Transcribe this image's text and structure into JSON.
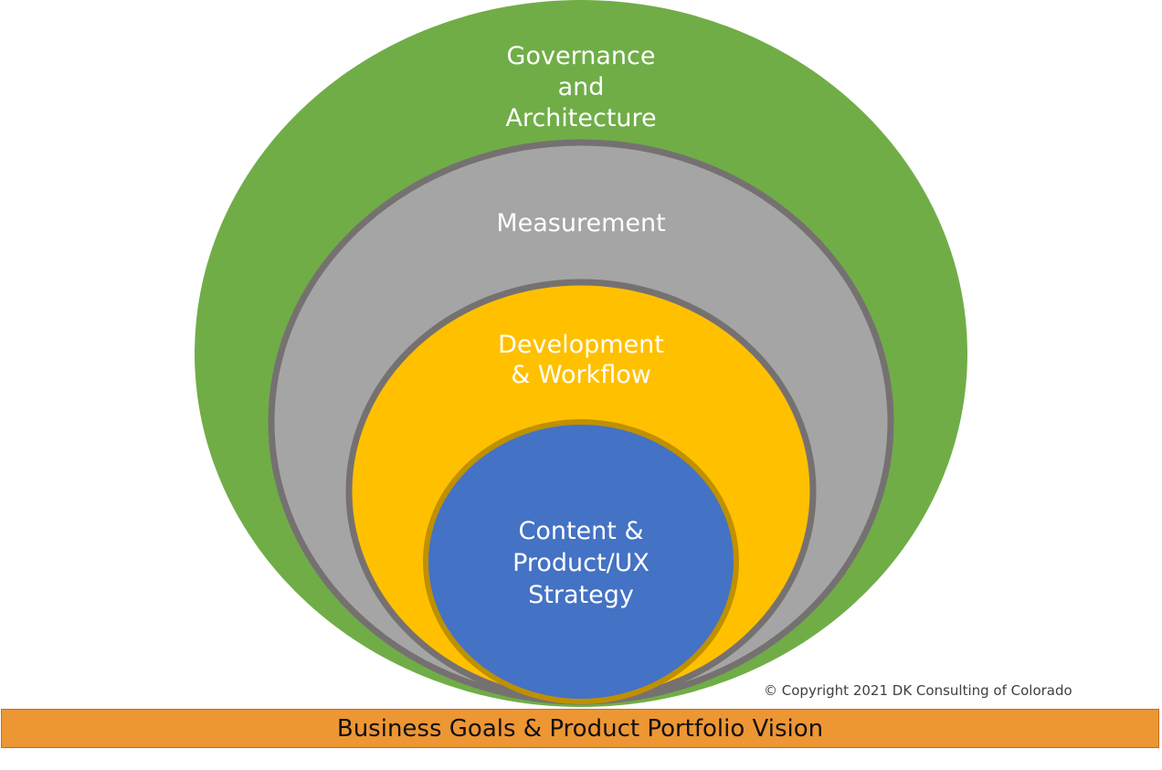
{
  "layers": {
    "outer": {
      "lines": [
        "Governance",
        "and",
        "Architecture"
      ],
      "color": "#70ad47"
    },
    "second": {
      "lines": [
        "Measurement"
      ],
      "color": "#a5a5a5"
    },
    "third": {
      "lines": [
        "Development",
        "& Workflow"
      ],
      "color": "#ffc000"
    },
    "core": {
      "lines": [
        "Content &",
        "Product/UX",
        "Strategy"
      ],
      "color": "#4472c4"
    }
  },
  "foundation": {
    "label": "Business Goals & Product Portfolio Vision",
    "color": "#ed9634"
  },
  "copyright": "© Copyright 2021 DK Consulting of Colorado"
}
